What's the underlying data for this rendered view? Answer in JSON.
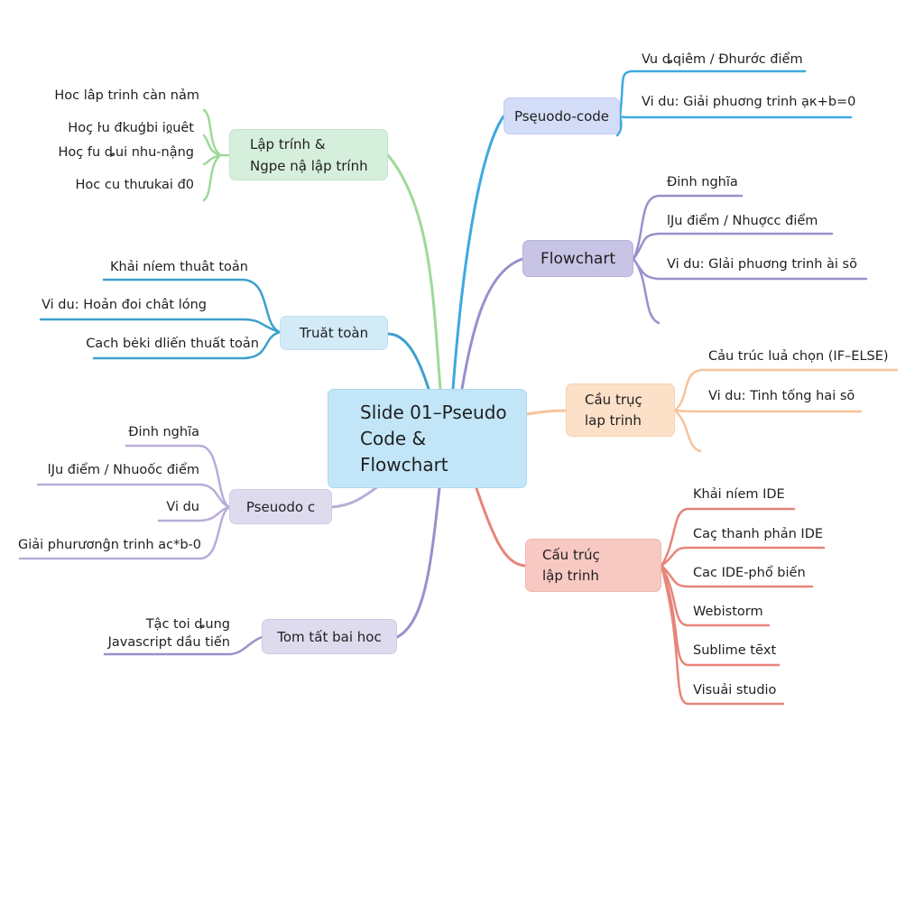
{
  "colors": {
    "green": "#9ed99a",
    "blue": "#3ea9e0",
    "teal": "#3da0cc",
    "purple": "#9b8fcc",
    "lilac": "#b9acd8",
    "orange": "#f7c39c",
    "red": "#e68579"
  },
  "center": {
    "lines": [
      "Slide 01–Pseudo",
      "Code &",
      "Flowchart"
    ]
  },
  "branches": {
    "lap_trinh": {
      "lines": [
        "Lập trính &",
        "Ngpe nậ lập trính"
      ],
      "leaves": [
        "Hoc lâp trinh càn nảm",
        "Hoç ŀu đkuģbi iჲuêt",
        "Hoç fu ȡui nhu-nậng",
        "Hoc cu thưukai đ0"
      ]
    },
    "thuat_toan": {
      "lines": [
        "Truăt toàn"
      ],
      "leaves": [
        "Khải níem thuât toản",
        "Vi du: Hoản đoi chât lóng",
        "Cach bėki dliến thuất toản"
      ]
    },
    "pseudo_c": {
      "lines": [
        "Pseuodo c"
      ],
      "leaves": [
        "Đinh nghĩa",
        "lJu điểm / Nhuоốc điểm",
        "Vi du",
        "Giải phurươnĝn trinh ac*b-0"
      ]
    },
    "tom_tat": {
      "lines": [
        "Tom tất bai hoc"
      ],
      "leaves": [
        "Tậc toi ȡung",
        "Javascript dầu tiến"
      ]
    },
    "pseudo_code": {
      "lines": [
        "Psęuodo-code"
      ],
      "leaves": [
        "Vu ȡqiêm / Ðhurớc điểm",
        "Vi du: Giải phuơng trinh ạк+b=0"
      ]
    },
    "flowchart": {
      "lines": [
        "Flowchart"
      ],
      "leaves": [
        "Đinh nghĩa",
        "lJu điểm / Nhuợcc điểm",
        "Vi du: Glải phuơng trinh ài sõ"
      ]
    },
    "cau_truc_lap": {
      "lines": [
        "Cầu trụç",
        "lap trinh"
      ],
      "leaves": [
        "Cảu trúc luả chọn (IF–ELSE)",
        "Vi du: Tinh tống hai sõ"
      ]
    },
    "cau_truc_ide": {
      "lines": [
        "Cấu trúç",
        "lập trinh"
      ],
      "leaves": [
        "Khải níem IDE",
        "Caç thanh phản IDE",
        "Cac IDE-phổ biến",
        "Webistorm",
        "Sublime tēxt",
        "Visuải studio"
      ]
    }
  }
}
